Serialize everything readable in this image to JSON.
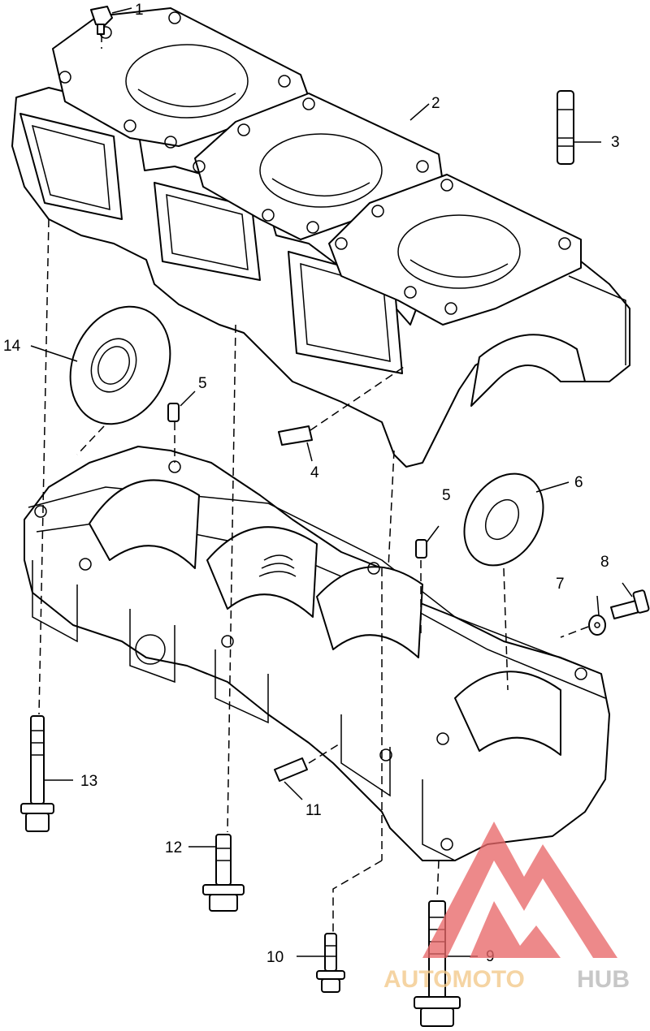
{
  "parts": [
    {
      "id": "1",
      "label": "1"
    },
    {
      "id": "2",
      "label": "2"
    },
    {
      "id": "3",
      "label": "3"
    },
    {
      "id": "4",
      "label": "4"
    },
    {
      "id": "5a",
      "label": "5"
    },
    {
      "id": "5b",
      "label": "5"
    },
    {
      "id": "6",
      "label": "6"
    },
    {
      "id": "7",
      "label": "7"
    },
    {
      "id": "8",
      "label": "8"
    },
    {
      "id": "9",
      "label": "9"
    },
    {
      "id": "10",
      "label": "10"
    },
    {
      "id": "11",
      "label": "11"
    },
    {
      "id": "12",
      "label": "12"
    },
    {
      "id": "13",
      "label": "13"
    },
    {
      "id": "14",
      "label": "14"
    }
  ],
  "watermark": {
    "brand_part1": "AUTOMOTO",
    "brand_part2": "HUB",
    "colors": {
      "logo": "#e8686a",
      "part1": "#f3c98a",
      "part2": "#b8b8b8"
    }
  }
}
